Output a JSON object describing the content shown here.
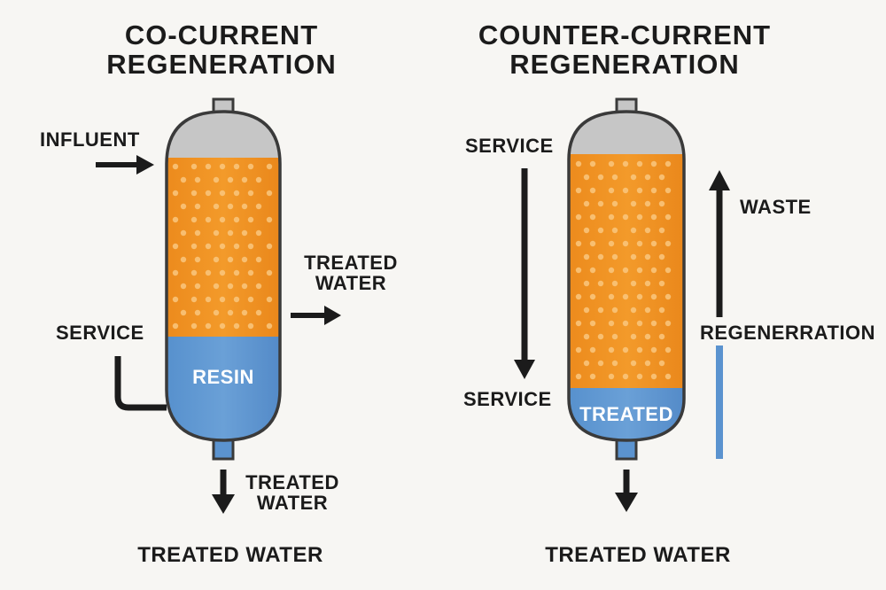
{
  "left": {
    "title": [
      "CO-CURRENT",
      "REGENERATION"
    ],
    "influent": "INFLUENT",
    "service": "SERVICE",
    "treated_water_side": [
      "TREATED",
      "WATER"
    ],
    "resin": "RESIN",
    "treated_water_outlet": [
      "TREATED",
      "WATER"
    ],
    "bottom_caption": "TREATED WATER"
  },
  "right": {
    "title": [
      "COUNTER-CURRENT",
      "REGENERATION"
    ],
    "service_top": "SERVICE",
    "service_bottom": "SERVICE",
    "waste": "WASTE",
    "regeneration": "REGENERRATION",
    "treated_band": "TREATED",
    "bottom_caption": "TREATED WATER"
  },
  "colors": {
    "resin_orange": "#ef8d1e",
    "resin_light": "#f5a438",
    "water_blue": "#5b93cf",
    "headspace_gray": "#c6c6c6",
    "outline": "#3a3a3a",
    "arrow": "#1b1b1b",
    "bead": "#f9c77f"
  }
}
